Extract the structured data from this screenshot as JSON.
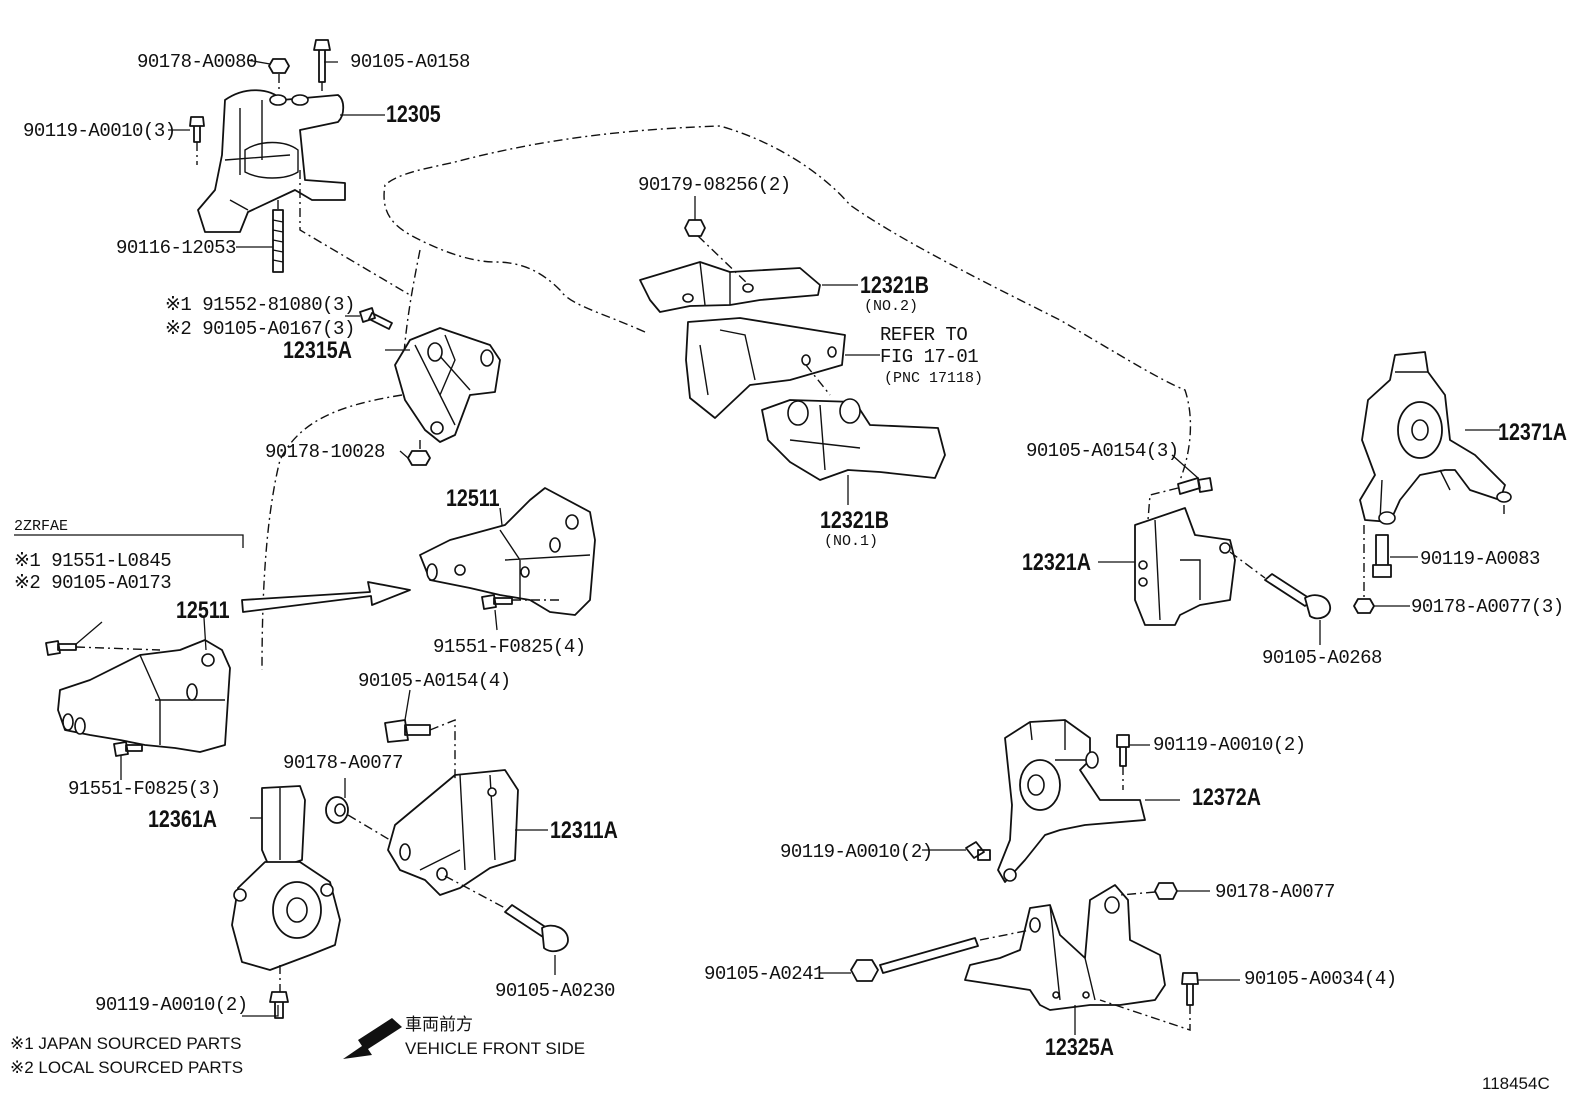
{
  "labels": {
    "p90178_A0080": "90178-A0080",
    "p90105_A0158": "90105-A0158",
    "p90119_A0010_3": "90119-A0010(3)",
    "p12305": "12305",
    "p90116_12053": "90116-12053",
    "p91552_81080": "※1 91552-81080(3)",
    "p90105_A0167": "※2 90105-A0167(3)",
    "p12315A": "12315A",
    "p90178_10028": "90178-10028",
    "p90179_08256": "90179-08256(2)",
    "p12321B_no2": "12321B",
    "no2": "(NO.2)",
    "refer1": "REFER TO",
    "refer2": "FIG 17-01",
    "refer3": "(PNC 17118)",
    "p12321B_no1": "12321B",
    "no1": "(NO.1)",
    "p12371A": "12371A",
    "p90105_A0154_3": "90105-A0154(3)",
    "p12321A": "12321A",
    "p90119_A0083": "90119-A0083",
    "p90178_A0077_3": "90178-A0077(3)",
    "p90105_A0268": "90105-A0268",
    "engine_code": "2ZRFAE",
    "p91551_L0845": "※1 91551-L0845",
    "p90105_A0173": "※2 90105-A0173",
    "p12511_left": "12511",
    "p12511_top": "12511",
    "p91551_F0825_4": "91551-F0825(4)",
    "p91551_F0825_3": "91551-F0825(3)",
    "p90105_A0154_4": "90105-A0154(4)",
    "p90178_A0077_mid": "90178-A0077",
    "p12311A": "12311A",
    "p12361A": "12361A",
    "p90105_A0230": "90105-A0230",
    "p90119_A0010_2_left": "90119-A0010(2)",
    "p90119_A0010_2_r1": "90119-A0010(2)",
    "p12372A": "12372A",
    "p90119_A0010_2_r2": "90119-A0010(2)",
    "p90178_A0077_r": "90178-A0077",
    "p90105_A0241": "90105-A0241",
    "p90105_A0034": "90105-A0034(4)",
    "p12325A": "12325A",
    "front_jp": "車両前方",
    "front_en": "VEHICLE FRONT SIDE",
    "legend1": "※1 JAPAN SOURCED PARTS",
    "legend2": "※2 LOCAL SOURCED PARTS",
    "ref_code": "118454C"
  }
}
